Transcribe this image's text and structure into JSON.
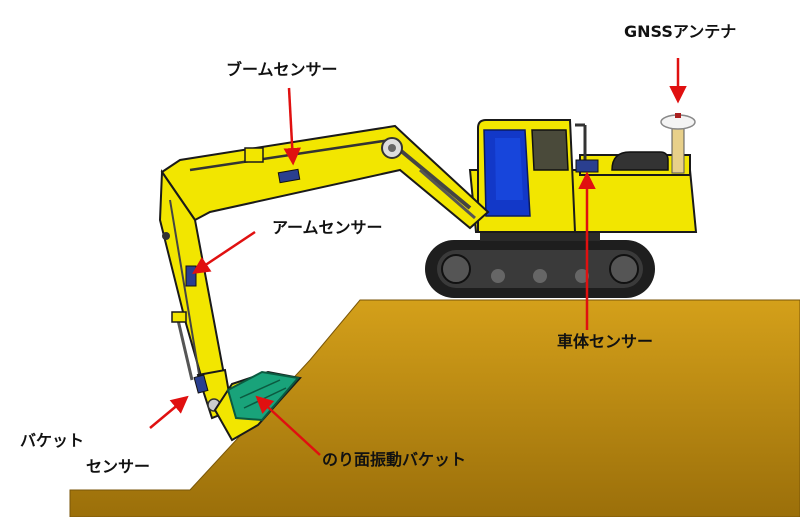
{
  "labels": {
    "gnss_antenna": "GNSSアンテナ",
    "boom_sensor": "ブームセンサー",
    "arm_sensor": "アームセンサー",
    "body_sensor": "車体センサー",
    "bucket_sensor_line1": "バケット",
    "bucket_sensor_line2": "センサー",
    "vibrating_bucket": "のり面振動バケット"
  },
  "colors": {
    "machine": "#f2e600",
    "outline": "#1a1a1a",
    "ground": "#c9920f",
    "ground_dark": "#a8770a",
    "sensor": "#2a3f8f",
    "arrow": "#e01010",
    "bucket": "#19a37a",
    "track": "#222222",
    "cab_glass": "#1238c8"
  }
}
